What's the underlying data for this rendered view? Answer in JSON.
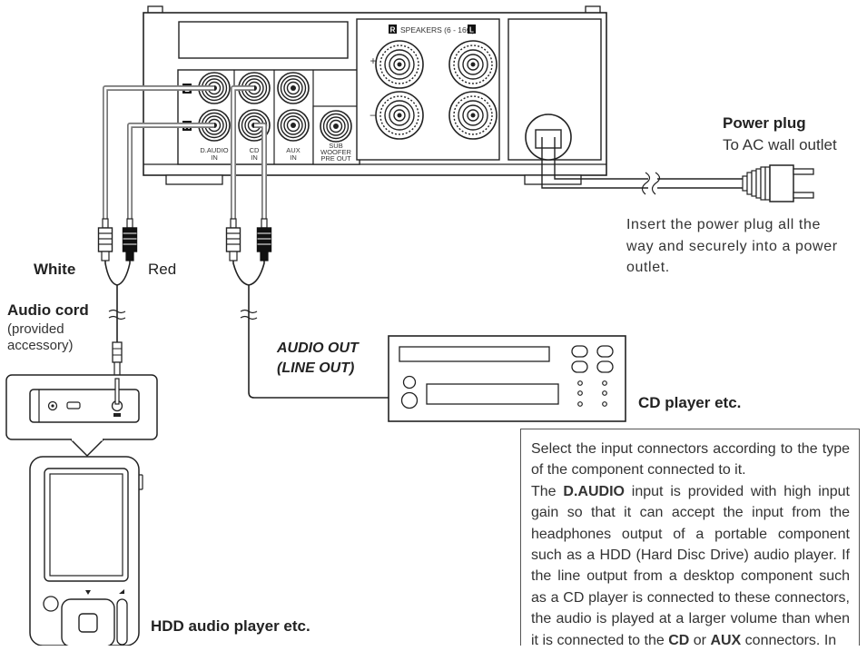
{
  "amplifier": {
    "speakers_label": "SPEAKERS (6 - 16Ω)",
    "ch_right": "R",
    "ch_left": "L",
    "plus": "+",
    "minus": "–",
    "inputs": [
      {
        "line1": "D.AUDIO",
        "line2": "IN"
      },
      {
        "line1": "CD",
        "line2": "IN"
      },
      {
        "line1": "AUX",
        "line2": "IN"
      }
    ],
    "sub_out": {
      "line1": "SUB",
      "line2": "WOOFER",
      "line3": "PRE OUT"
    }
  },
  "power": {
    "title": "Power plug",
    "subtitle": "To AC wall outlet",
    "note_lines": [
      "Insert the power plug all the",
      "way and securely into a power",
      "outlet."
    ]
  },
  "cables": {
    "white": "White",
    "red": "Red",
    "audio_cord_title": "Audio cord",
    "audio_cord_sub1": "(provided",
    "audio_cord_sub2": "accessory)",
    "audio_out1": "AUDIO OUT",
    "audio_out2": "(LINE OUT)"
  },
  "devices": {
    "cd_player": "CD player etc.",
    "hdd_player": "HDD audio player etc."
  },
  "info_box": {
    "p1": "Select the input connectors according to the type of the component connected to it.",
    "p2_a": "The ",
    "p2_b1": "D.AUDIO",
    "p2_c": " input is provided with high input gain so that it can accept the input from the headphones output of a portable component such as a HDD (Hard Disc Drive) audio player. If the line output from a desktop component such as a CD player is connected to these connectors, the audio is played at a larger volume than when it is connected to the ",
    "p2_b2": "CD",
    "p2_d": " or ",
    "p2_b3": "AUX",
    "p2_e": " connectors. In"
  }
}
